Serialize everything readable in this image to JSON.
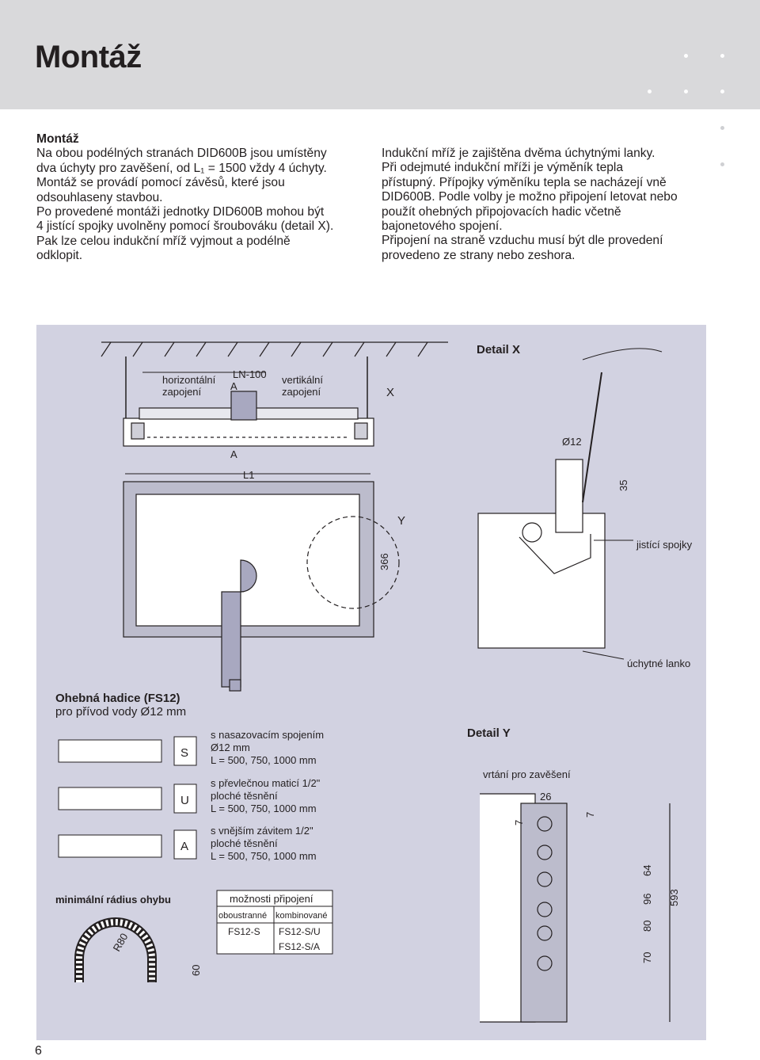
{
  "header": {
    "title": "Montáž"
  },
  "left_column": {
    "heading": "Montáž",
    "lines": [
      "Na obou podélných stranách DID600B jsou umístěny",
      "dva úchyty pro zavěšení, od L₁ = 1500 vždy 4 úchyty.",
      "Montáž se provádí pomocí závěsů, které jsou",
      "odsouhlaseny stavbou.",
      "Po provedené montáži jednotky DID600B mohou být",
      "4 jistící spojky uvolněny pomocí šroubováku (detail X).",
      "Pak lze celou indukční mříž vyjmout a podélně",
      "odklopit."
    ]
  },
  "right_column": {
    "lines": [
      "Indukční mříž je zajištěna dvěma úchytnými lanky.",
      "Při odejmuté indukční mříži je výměník tepla",
      "přístupný. Přípojky výměníku tepla se nacházejí vně",
      "DID600B. Podle volby je možno připojení letovat nebo",
      "použít ohebných připojovacích hadic včetně",
      "bajonetového spojení.",
      "Připojení na straně vzduchu musí být dle provedení",
      "provedeno ze strany nebo zeshora."
    ]
  },
  "figure": {
    "detail_x_title": "Detail X",
    "horizontal_label": [
      "horizontální",
      "zapojení"
    ],
    "vertical_label": [
      "vertikální",
      "zapojení"
    ],
    "ln100": "LN-100",
    "a_upper": "A",
    "a_lower": "A",
    "x_marker": "X",
    "l1": "L1",
    "y_marker": "Y",
    "dim_366": "366",
    "dim_d12": "Ø12",
    "dim_35": "35",
    "jisticí_spojky": "jistící spojky",
    "uchytne_lanko": "úchytné lanko",
    "hose_title": "Ohebná hadice (FS12)",
    "hose_subtitle": "pro přívod vody Ø12 mm",
    "variants": [
      {
        "letter": "S",
        "lines": [
          "s nasazovacím spojením",
          "Ø12 mm",
          "L = 500, 750, 1000 mm"
        ]
      },
      {
        "letter": "U",
        "lines": [
          "s převlečnou maticí 1/2\"",
          "ploché těsnění",
          "L = 500, 750, 1000 mm"
        ]
      },
      {
        "letter": "A",
        "lines": [
          "s vnějším závitem 1/2\"",
          "ploché těsnění",
          "L = 500, 750, 1000 mm"
        ]
      }
    ],
    "detail_y_title": "Detail Y",
    "drilling_label": "vrtání pro zavěšení",
    "dim_26": "26",
    "dim_7a": "7",
    "dim_7b": "7",
    "dims_vertical": [
      "64",
      "96",
      "80",
      "70"
    ],
    "dim_593": "593",
    "min_radius_title": "minimální rádius ohybu",
    "r80": "R80",
    "dim_60": "60",
    "options_table": {
      "title": "možnosti připojení",
      "headers": [
        "oboustranné",
        "kombinované"
      ],
      "rows": [
        [
          "FS12-S",
          "FS12-S/U"
        ],
        [
          "",
          "FS12-S/A"
        ]
      ]
    }
  },
  "page_number": "6"
}
